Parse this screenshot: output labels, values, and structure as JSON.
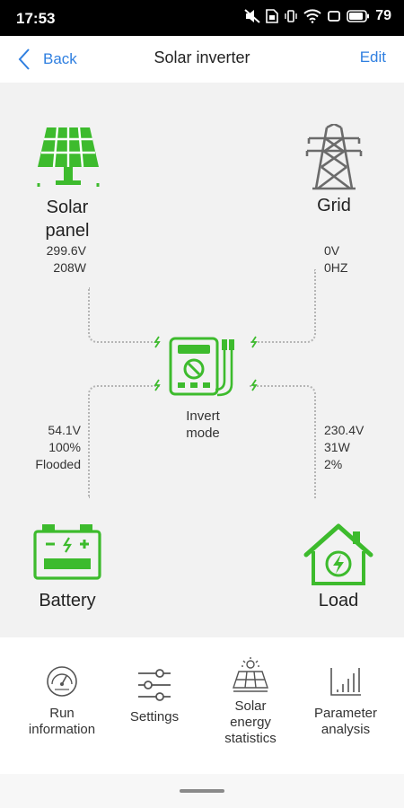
{
  "status_bar": {
    "time": "17:53",
    "battery_level": "79"
  },
  "header": {
    "back_label": "Back",
    "title": "Solar inverter",
    "edit_label": "Edit"
  },
  "flow": {
    "solar": {
      "label_line1": "Solar",
      "label_line2": "panel",
      "voltage": "299.6V",
      "power": "208W"
    },
    "grid": {
      "label": "Grid",
      "voltage": "0V",
      "frequency": "0HZ"
    },
    "inverter": {
      "mode_line1": "Invert",
      "mode_line2": "mode"
    },
    "battery": {
      "label": "Battery",
      "voltage": "54.1V",
      "percent": "100%",
      "type": "Flooded"
    },
    "load": {
      "label": "Load",
      "voltage": "230.4V",
      "power": "31W",
      "percent": "2%"
    }
  },
  "bottom_nav": {
    "run_info": {
      "line1": "Run",
      "line2": "information"
    },
    "settings": {
      "line1": "Settings"
    },
    "solar_stats": {
      "line1": "Solar",
      "line2": "energy",
      "line3": "statistics"
    },
    "param_analysis": {
      "line1": "Parameter",
      "line2": "analysis"
    }
  },
  "colors": {
    "accent_blue": "#2f7fe0",
    "icon_green": "#3dbb2d",
    "grid_gray": "#6b6b6b"
  }
}
